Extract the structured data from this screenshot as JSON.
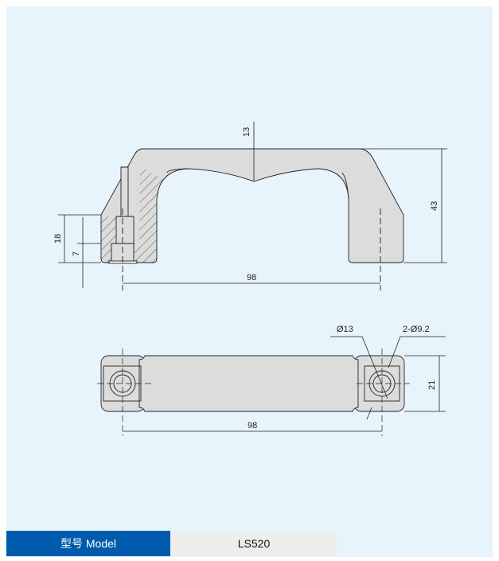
{
  "front_view": {
    "dim_height": "43",
    "dim_wall": "13",
    "dim_boss": "18",
    "dim_thread": "7",
    "dim_spacing": "98"
  },
  "bottom_view": {
    "dim_width": "21",
    "dim_spacing": "98",
    "dim_counterbore": "Ø13",
    "dim_holes": "2-Ø9.2"
  },
  "spec_table": {
    "label": "型号 Model",
    "value": "LS520"
  },
  "colors": {
    "background": "#e8f4fc",
    "part_fill": "#dcdcdc",
    "label_bg": "#005bac",
    "value_bg": "#eeeeee"
  }
}
